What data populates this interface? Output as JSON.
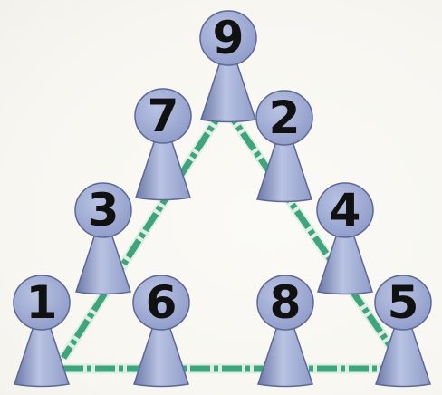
{
  "colors": {
    "piece_light": "#b9c3e3",
    "piece_mid": "#8f9cc9",
    "piece_dark": "#6c79a8",
    "piece_outline": "#5d6896",
    "edge_color": "#3fa37c",
    "edge_glow": "#a9dcc4",
    "number_color": "#111111"
  },
  "pieces": [
    {
      "id": "9",
      "label": "9"
    },
    {
      "id": "7",
      "label": "7"
    },
    {
      "id": "2",
      "label": "2"
    },
    {
      "id": "3",
      "label": "3"
    },
    {
      "id": "4",
      "label": "4"
    },
    {
      "id": "1",
      "label": "1"
    },
    {
      "id": "6",
      "label": "6"
    },
    {
      "id": "8",
      "label": "8"
    },
    {
      "id": "5",
      "label": "5"
    }
  ]
}
